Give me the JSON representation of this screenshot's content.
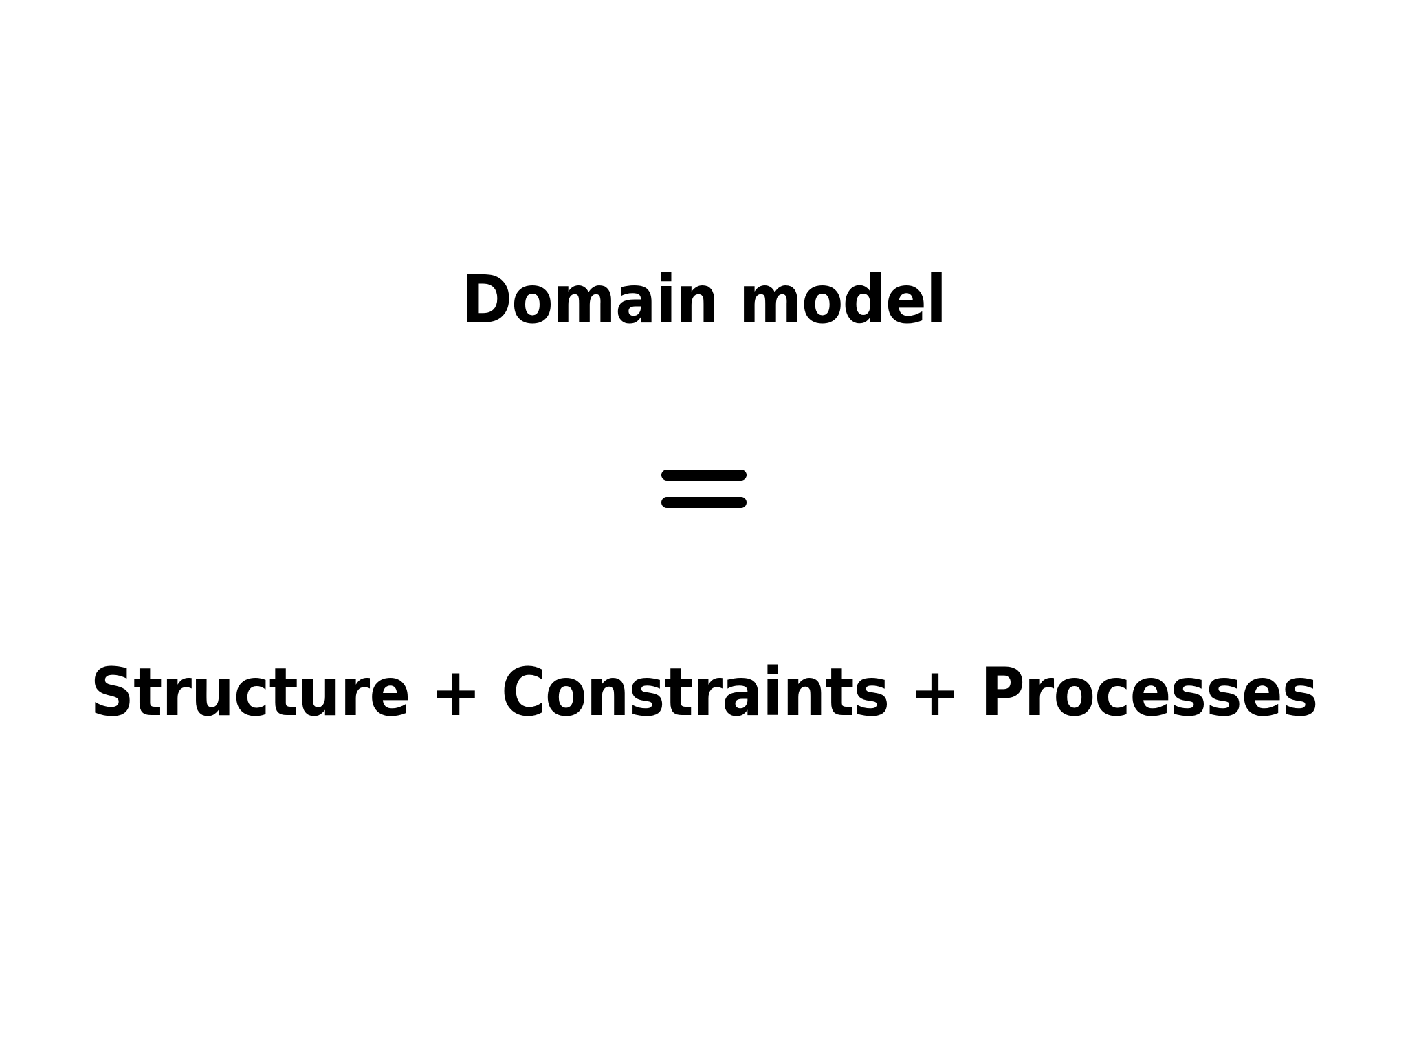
{
  "slide": {
    "title": "Domain model",
    "equals_symbol": "=",
    "equation": "Structure + Constraints + Processes",
    "equation_terms": [
      "Structure",
      "Constraints",
      "Processes"
    ],
    "operator": "+",
    "colors": {
      "background": "#ffffff",
      "text": "#000000"
    }
  }
}
